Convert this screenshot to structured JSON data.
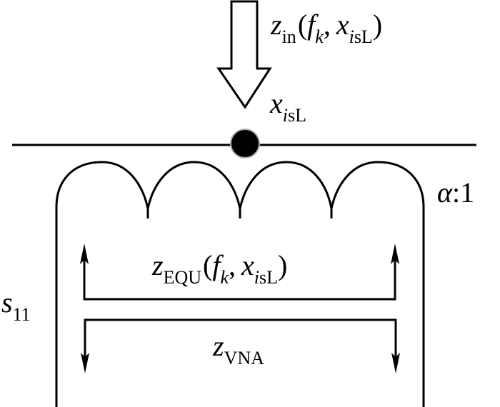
{
  "diagram": {
    "type": "transformer-impedance-schematic",
    "colors": {
      "stroke": "#000000",
      "background": "#ffffff",
      "probe_point_fill": "#000000",
      "probe_point_outline": "#b0b0b0"
    },
    "labels": {
      "input_impedance": {
        "symbol": "z",
        "subscript": "in",
        "open_paren": "(",
        "arg1": "f",
        "arg1_sub": "k",
        "comma": ",",
        "arg2": "x",
        "arg2_sub_italic": "i",
        "arg2_sub_rest": "sL",
        "close_paren": ")"
      },
      "position": {
        "symbol": "x",
        "sub_italic": "i",
        "sub_rest": "sL"
      },
      "turns_ratio": {
        "symbol": "α",
        "rest": ":1"
      },
      "equivalent_impedance": {
        "symbol": "z",
        "subscript": "EQU",
        "open_paren": "(",
        "arg1": "f",
        "arg1_sub": "k",
        "comma": ",",
        "arg2": "x",
        "arg2_sub_italic": "i",
        "arg2_sub_rest": "sL",
        "close_paren": ")"
      },
      "scattering_param": {
        "symbol": "s",
        "subscript": "11"
      },
      "vna_impedance": {
        "symbol": "z",
        "subscript": "VNA"
      }
    },
    "components": {
      "winding_turns": 4,
      "input_arrow": "hollow-down-arrow",
      "probe_point": "filled-circle",
      "upper_bracket_arrows": "up",
      "lower_bracket_arrows": "down"
    }
  }
}
